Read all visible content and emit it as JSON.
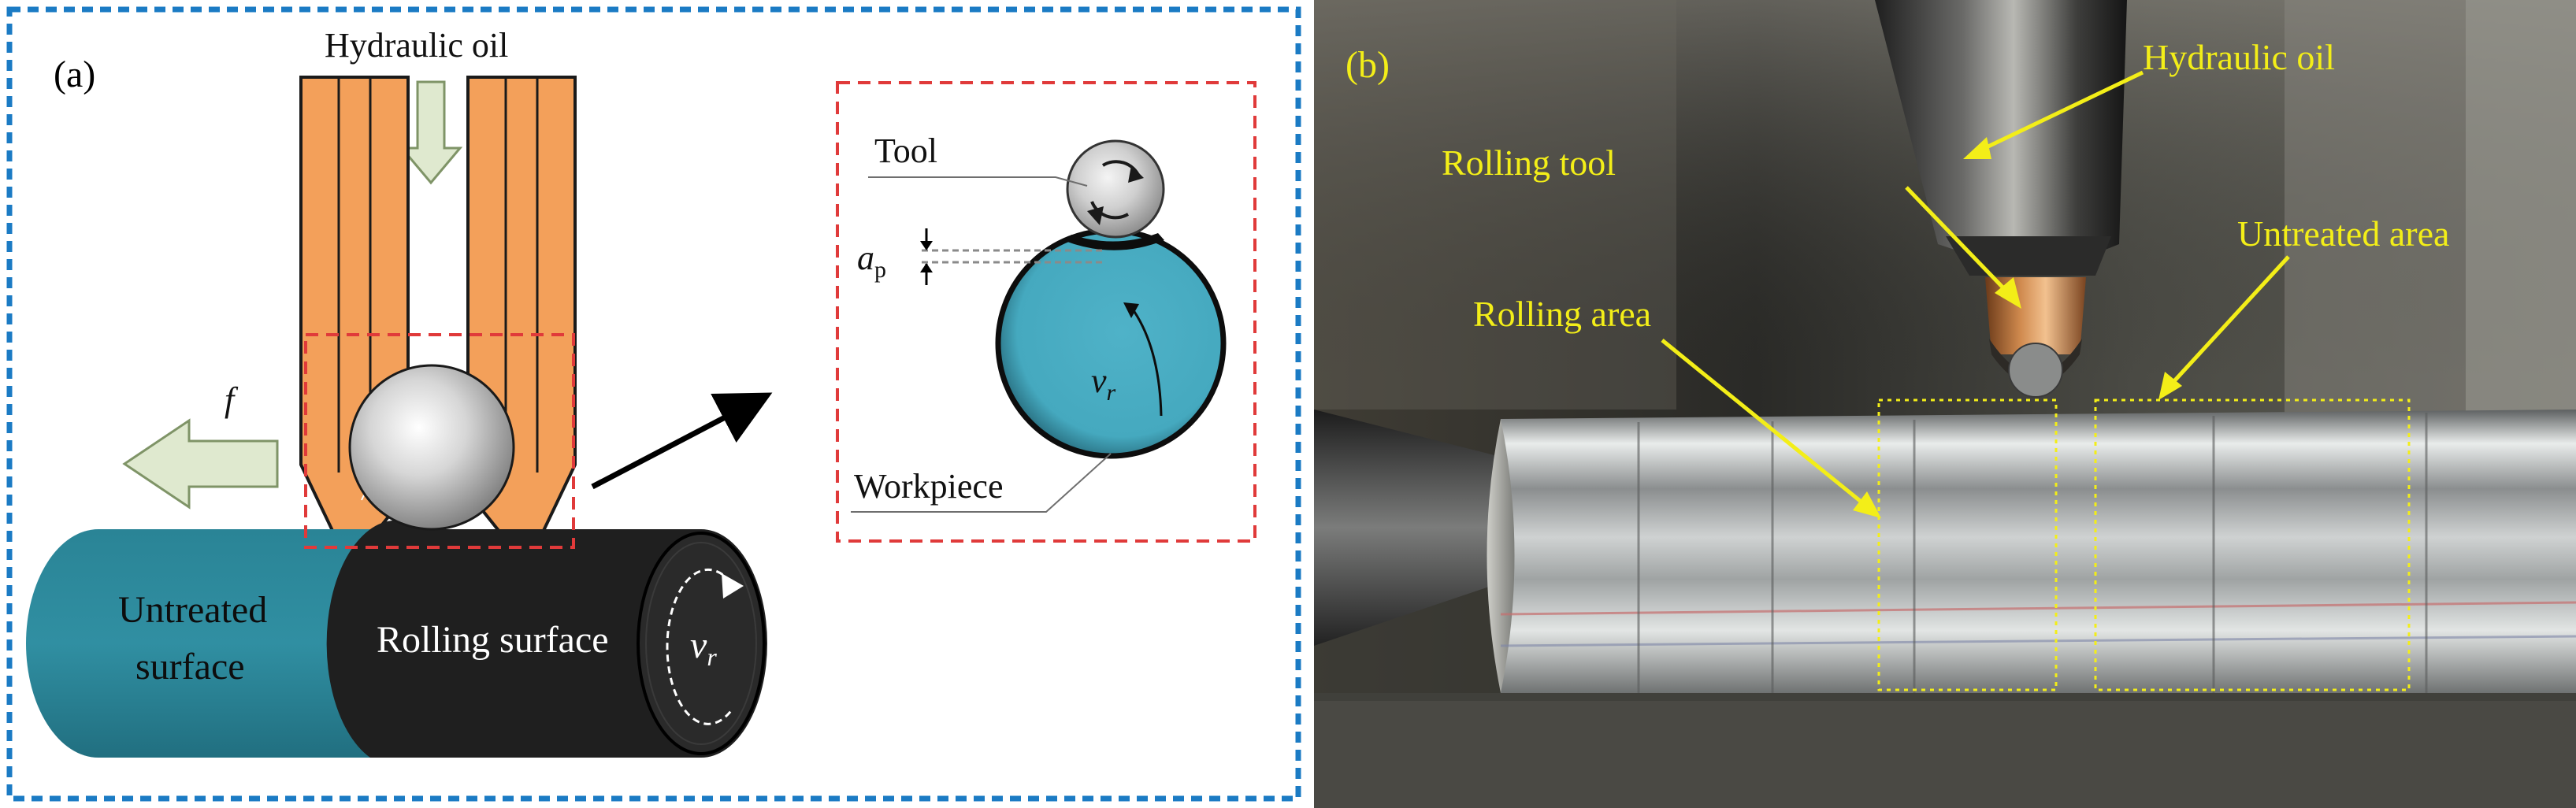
{
  "panel_a": {
    "letter": "(a)",
    "hydraulic_oil": "Hydraulic oil",
    "feed": "f",
    "untreated_line1": "Untreated",
    "untreated_line2": "surface",
    "rolling_surface": "Rolling surface",
    "vr_main": "v",
    "vr_main_sub": "r",
    "tool": "Tool",
    "ap": "a",
    "ap_sub": "p",
    "vr_detail": "v",
    "vr_detail_sub": "r",
    "workpiece": "Workpiece"
  },
  "panel_b": {
    "letter": "(b)",
    "hydraulic_oil": "Hydraulic oil",
    "rolling_tool": "Rolling tool",
    "untreated_area": "Untreated area",
    "rolling_area": "Rolling area"
  },
  "colors": {
    "panel_a_border": "#1b7bc4",
    "detail_border": "#e03a3a",
    "holder": "#f3a05a",
    "workpiece_teal": "#2f8ea3",
    "workpiece_dark": "#1f1f1f",
    "arrow_green": "#dfe9cf",
    "label_yellow": "#f3ee18"
  }
}
